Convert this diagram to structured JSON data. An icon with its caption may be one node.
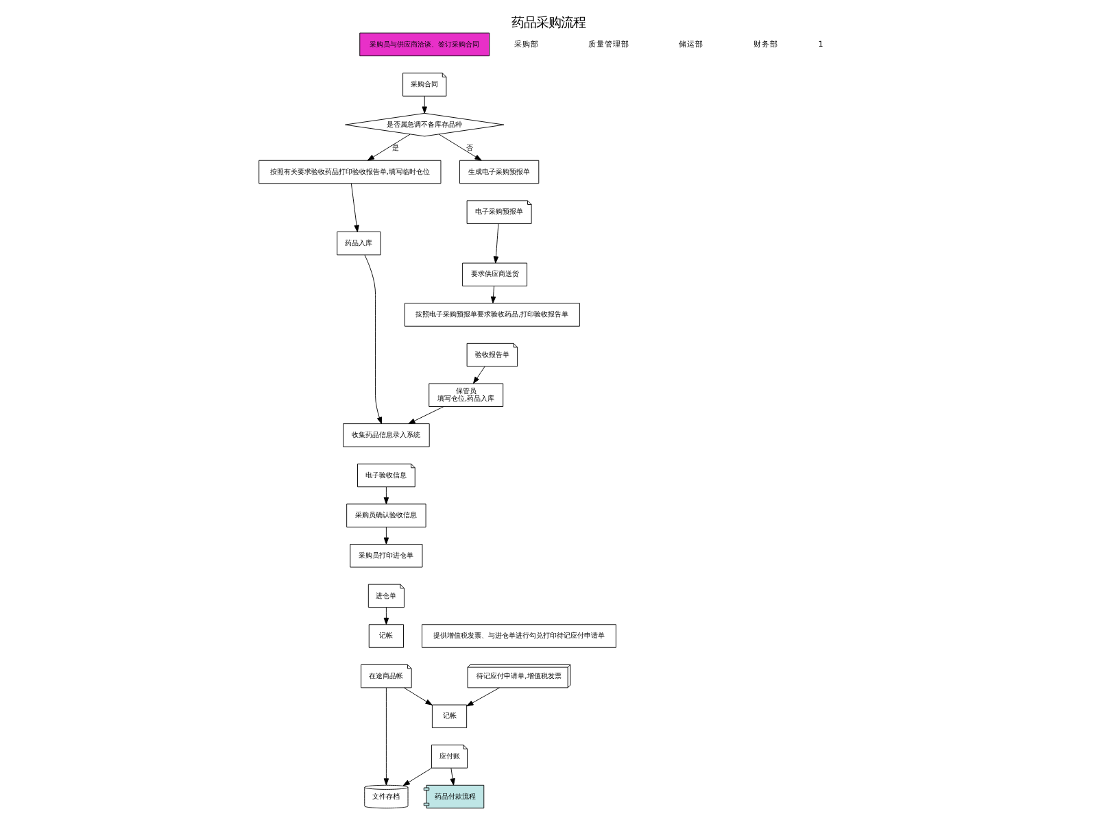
{
  "diagram": {
    "title": "药品采购流程",
    "nodes": [
      {
        "text": [
          "采购员与供应商洽谈、签订采购合同"
        ]
      },
      {
        "text": [
          "采购合同"
        ]
      },
      {
        "text": [
          "是否属急调不备库存品种"
        ]
      },
      {
        "text": [
          "按照有关要求验收药品打印验收报告单,填写临时仓位"
        ]
      },
      {
        "text": [
          "药品入库"
        ]
      },
      {
        "text": [
          "生成电子采购预报单"
        ]
      },
      {
        "text": [
          "电子采购预报单"
        ]
      },
      {
        "text": [
          "要求供应商送货"
        ]
      },
      {
        "text": [
          "按照电子采购预报单要求验收药品,打印验收报告单"
        ]
      },
      {
        "text": [
          "验收报告单"
        ]
      },
      {
        "text": [
          "保管员",
          "填写仓位,药品入库"
        ]
      },
      {
        "text": [
          "收集药品信息录入系统"
        ]
      },
      {
        "text": [
          "电子验收信息"
        ]
      },
      {
        "text": [
          "采购员确认验收信息"
        ]
      },
      {
        "text": [
          "采购员打印进仓单"
        ]
      },
      {
        "text": [
          "进仓单"
        ]
      },
      {
        "text": [
          "提供增值税发票、与进仓单进行勾兑打印待记应付申请单"
        ]
      },
      {
        "text": [
          "待记应付申请单,增值税发票"
        ]
      },
      {
        "text": [
          "记帐"
        ]
      },
      {
        "text": [
          "在途商品帐"
        ]
      },
      {
        "text": [
          "记帐"
        ]
      },
      {
        "text": [
          "应付账"
        ]
      },
      {
        "text": [
          "文件存档"
        ]
      },
      {
        "text": [
          "药品付款流程"
        ]
      }
    ],
    "edges": [
      {
        "from": 1,
        "to": 2,
        "arrow": "to"
      },
      {
        "from": 2,
        "to": 3,
        "arrow": "to",
        "label": "是"
      },
      {
        "from": 2,
        "to": 5,
        "arrow": "to",
        "label": "否"
      },
      {
        "from": 3,
        "to": 4,
        "arrow": "to"
      },
      {
        "from": 6,
        "to": 7,
        "arrow": "to"
      },
      {
        "from": 7,
        "to": 8,
        "arrow": "to"
      },
      {
        "from": 9,
        "to": 10,
        "arrow": "to"
      },
      {
        "from": 4,
        "to": 11,
        "arrow": "to"
      },
      {
        "from": 10,
        "to": 11,
        "arrow": "to"
      },
      {
        "from": 12,
        "to": 13,
        "arrow": "to"
      },
      {
        "from": 13,
        "to": 14,
        "arrow": "to"
      },
      {
        "from": 15,
        "to": 18,
        "arrow": "to"
      },
      {
        "from": 17,
        "to": 20,
        "arrow": "to"
      },
      {
        "from": 19,
        "to": 20,
        "arrow": "to"
      },
      {
        "from": 19,
        "to": 22,
        "arrow": "to"
      },
      {
        "from": 21,
        "to": 22,
        "arrow": "to"
      },
      {
        "from": 21,
        "to": 23,
        "arrow": "to"
      }
    ],
    "labels": [
      "采购部",
      "质量管理部",
      "储运部",
      "财务部",
      "1"
    ]
  }
}
